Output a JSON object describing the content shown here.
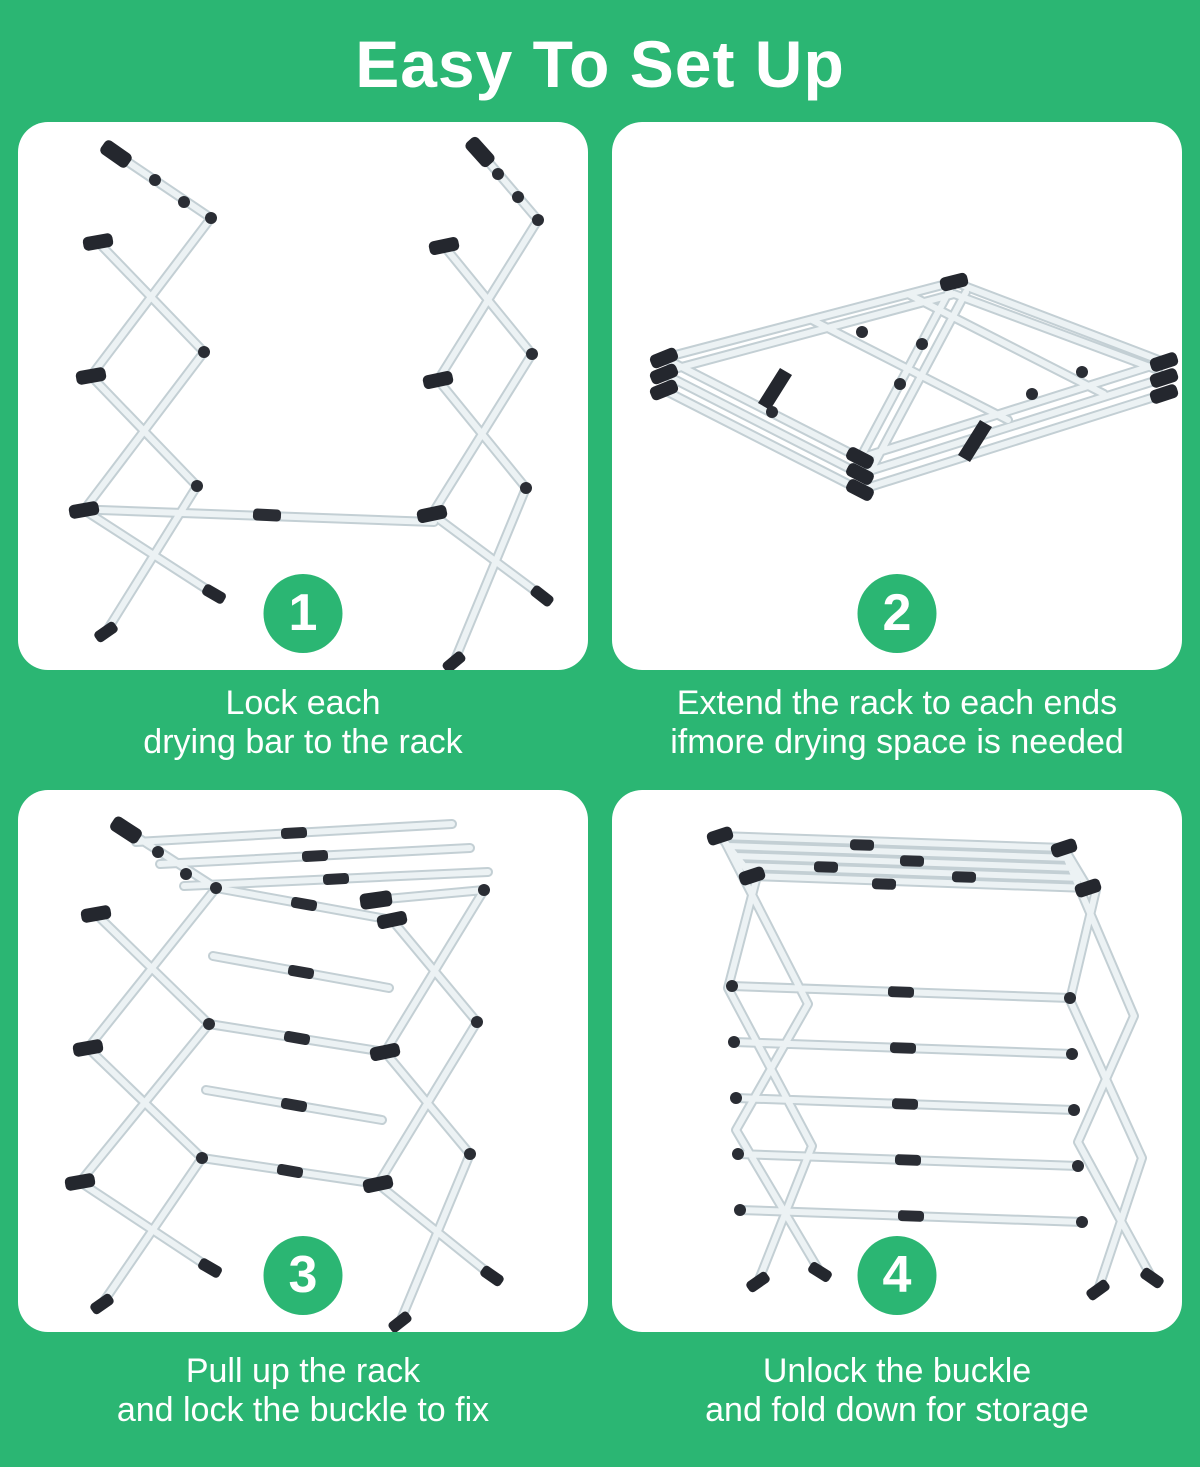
{
  "title": "Easy To Set Up",
  "colors": {
    "background": "#2bb673",
    "card": "#ffffff",
    "badge": "#2bb673",
    "text": "#ffffff",
    "rack_tube": "#ecf2f4",
    "rack_fittings": "#24272e"
  },
  "steps": [
    {
      "number": "1",
      "caption": [
        "Lock each",
        "drying bar to the rack"
      ]
    },
    {
      "number": "2",
      "caption": [
        "Extend the rack to each ends",
        "ifmore drying space is needed"
      ]
    },
    {
      "number": "3",
      "caption": [
        "Pull up the rack",
        "and lock the buckle to fix"
      ]
    },
    {
      "number": "4",
      "caption": [
        "Unlock the buckle",
        "and fold down for storage"
      ]
    }
  ]
}
